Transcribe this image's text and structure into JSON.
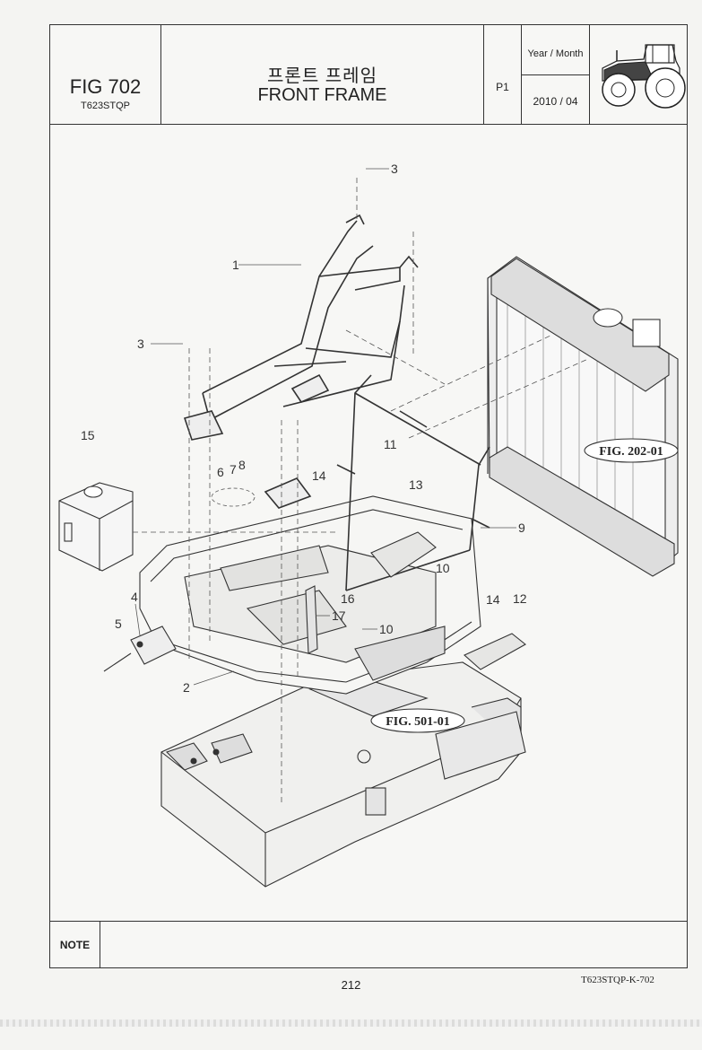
{
  "header": {
    "fig_number": "FIG 702",
    "model": "T623STQP",
    "title_korean": "프론트 프레임",
    "title_english": "FRONT FRAME",
    "page": "P1",
    "date_label": "Year / Month",
    "date_value": "2010 / 04"
  },
  "logo": {
    "icon": "tractor-icon"
  },
  "drawing": {
    "part_labels": [
      "1",
      "2",
      "3",
      "3",
      "4",
      "5",
      "6",
      "7",
      "8",
      "9",
      "10",
      "10",
      "11",
      "12",
      "13",
      "14",
      "14",
      "15",
      "16",
      "17"
    ],
    "figure_refs": [
      "FIG. 202-01",
      "FIG. 501-01"
    ],
    "drawing_code": "T623STQP-K-702"
  },
  "note": {
    "label": "NOTE",
    "text": ""
  },
  "footer": {
    "page_number": "212"
  }
}
